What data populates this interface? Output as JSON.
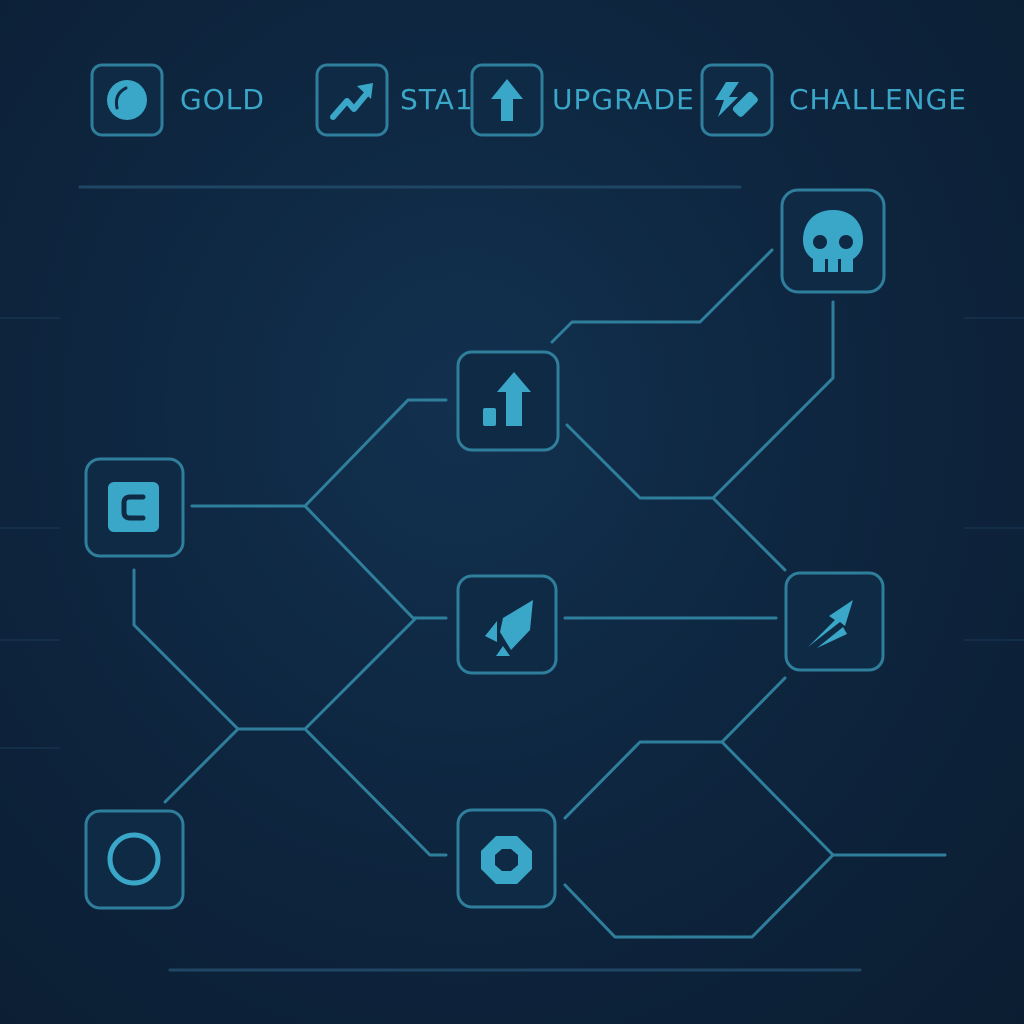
{
  "legend": [
    {
      "label": "GOLD",
      "icon": "coin-icon"
    },
    {
      "label": "STA1",
      "icon": "trending-up-icon"
    },
    {
      "label": "UPGRADE",
      "icon": "arrow-up-icon"
    },
    {
      "label": "CHALLENGE",
      "icon": "crossed-blades-icon"
    }
  ],
  "map": {
    "nodes": [
      {
        "id": "start-left",
        "icon": "c-shape-icon"
      },
      {
        "id": "start-bottom",
        "icon": "ring-icon"
      },
      {
        "id": "upgrade",
        "icon": "upgrade-icon"
      },
      {
        "id": "rocket",
        "icon": "rocket-icon"
      },
      {
        "id": "octagon",
        "icon": "octagon-icon"
      },
      {
        "id": "boss",
        "icon": "skull-icon"
      },
      {
        "id": "stat",
        "icon": "trending-up-icon"
      }
    ]
  },
  "colors": {
    "background": "#0d2136",
    "line": "#2f7f9c",
    "accent": "#3aa6c8",
    "node_fill": "#0f2a44"
  }
}
